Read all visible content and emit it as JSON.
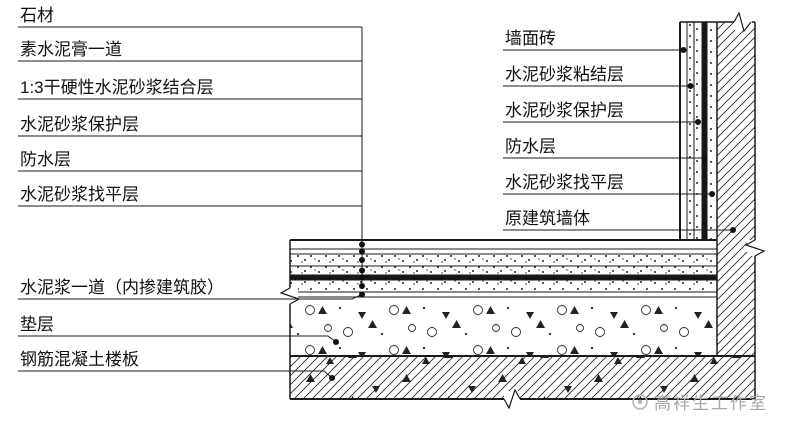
{
  "floor_labels": [
    "石材",
    "素水泥膏一道",
    "1:3干硬性水泥砂浆结合层",
    "水泥砂浆保护层",
    "防水层",
    "水泥砂浆找平层",
    "水泥浆一道（内掺建筑胶）",
    "垫层",
    "钢筋混凝土楼板"
  ],
  "wall_labels": [
    "墙面砖",
    "水泥砂浆粘结层",
    "水泥砂浆保护层",
    "防水层",
    "水泥砂浆找平层",
    "原建筑墙体"
  ],
  "watermark": "高祥生工作室",
  "colors": {
    "line": "#1a1a1a",
    "waterproof_fill": "#161616",
    "watermark": "#a8a8a8",
    "background": "#ffffff"
  }
}
